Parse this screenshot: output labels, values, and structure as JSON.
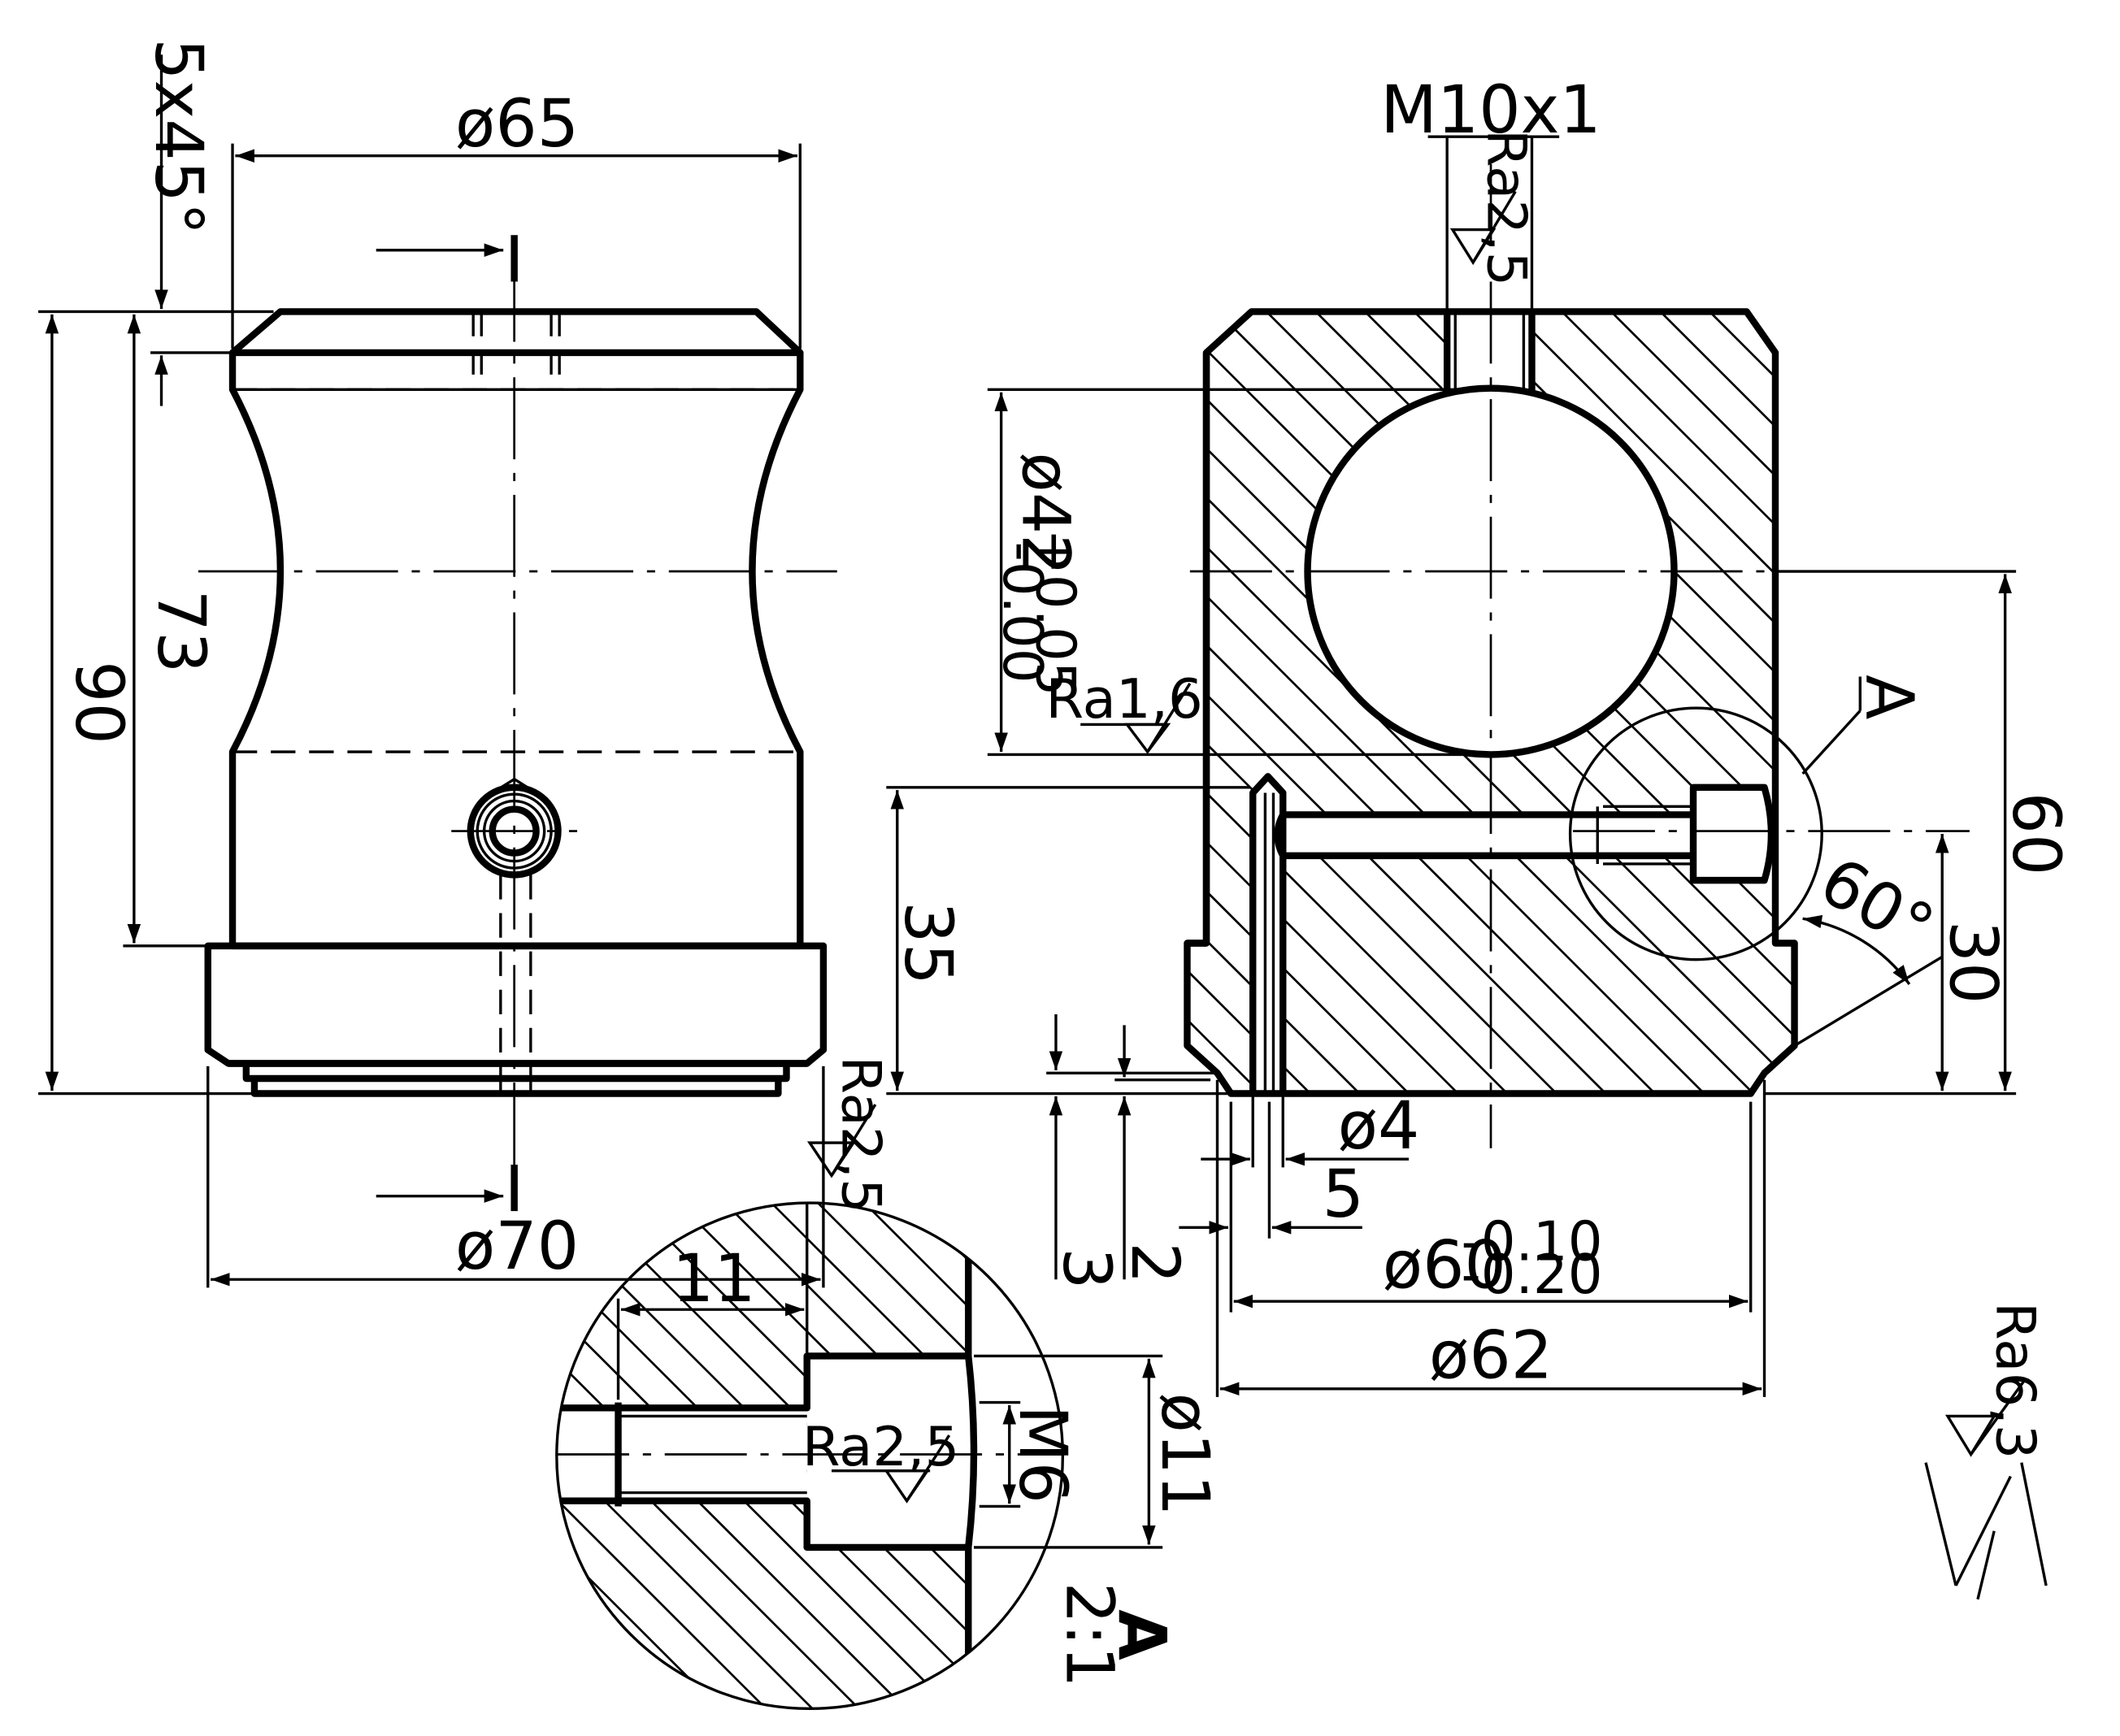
{
  "left_view": {
    "chamfer": "5x45°",
    "dia_top": "ø65",
    "dia_bottom": "ø70",
    "height_total": "90",
    "height_inner": "73"
  },
  "right_view": {
    "thread": "M10x1",
    "roughness_thread": "Ra2,5",
    "bore": "ø42",
    "bore_tol_upper": "+0.05",
    "bore_tol_lower": "-0.00",
    "roughness_bore": "Ra1,6",
    "section_label": "A",
    "angle": "60°",
    "h60": "60",
    "h30": "30",
    "h35": "35",
    "d3": "3",
    "d2": "2",
    "pin_dia": "ø4",
    "pin_gap": "5",
    "spigot_dia": "ø60",
    "spigot_tol_upper": "-0.10",
    "spigot_tol_lower": "-0.20",
    "base_dia": "ø62"
  },
  "detail": {
    "roughness_top": "Ra2,5",
    "depth": "11",
    "thread": "M6",
    "counterbore": "ø11",
    "roughness_inner": "Ra2,5",
    "label": "A",
    "scale": "2:1"
  },
  "general_roughness": "Ra6,3"
}
